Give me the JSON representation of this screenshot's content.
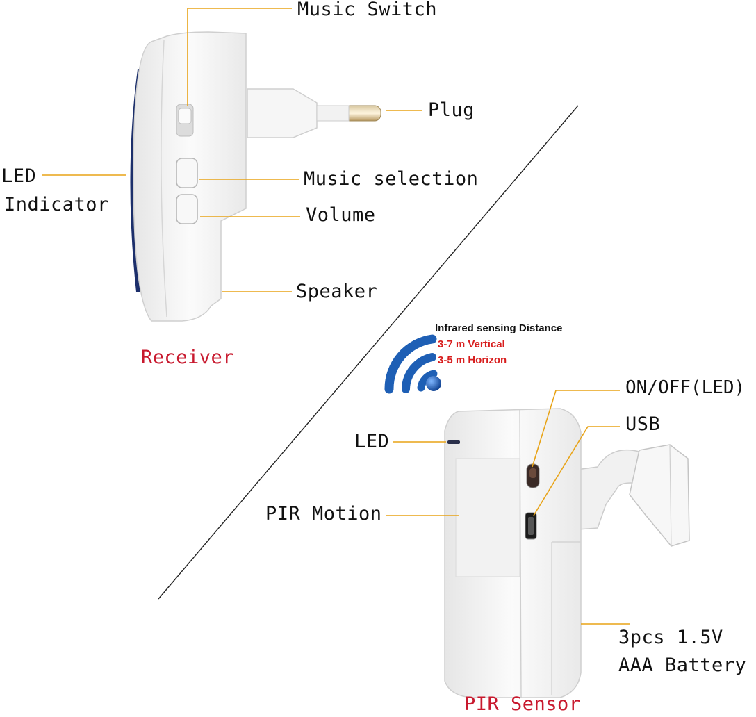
{
  "colors": {
    "leader_line": "#e8a317",
    "title_red": "#c8192e",
    "spec_red": "#d81e1e",
    "wifi_blue": "#1e5fb5",
    "device_white": "#f4f4f4",
    "device_outline": "#c9c9c9"
  },
  "receiver": {
    "title": "Receiver",
    "labels": {
      "music_switch": "Music Switch",
      "plug": "Plug",
      "led_indicator_line1": "LED",
      "led_indicator_line2": "Indicator",
      "music_selection": "Music selection",
      "volume": "Volume",
      "speaker": "Speaker"
    }
  },
  "sensor": {
    "title": "PIR Sensor",
    "infrared": {
      "heading": "Infrared sensing Distance",
      "vertical": "3-7 m Vertical",
      "horizon": "3-5 m Horizon"
    },
    "labels": {
      "on_off": "ON/OFF(LED)",
      "usb": "USB",
      "led": "LED",
      "pir_motion": "PIR Motion",
      "battery_line1": "3pcs 1.5V",
      "battery_line2": "AAA Battery"
    }
  },
  "icons": {
    "signal": "wireless-signal-icon"
  }
}
